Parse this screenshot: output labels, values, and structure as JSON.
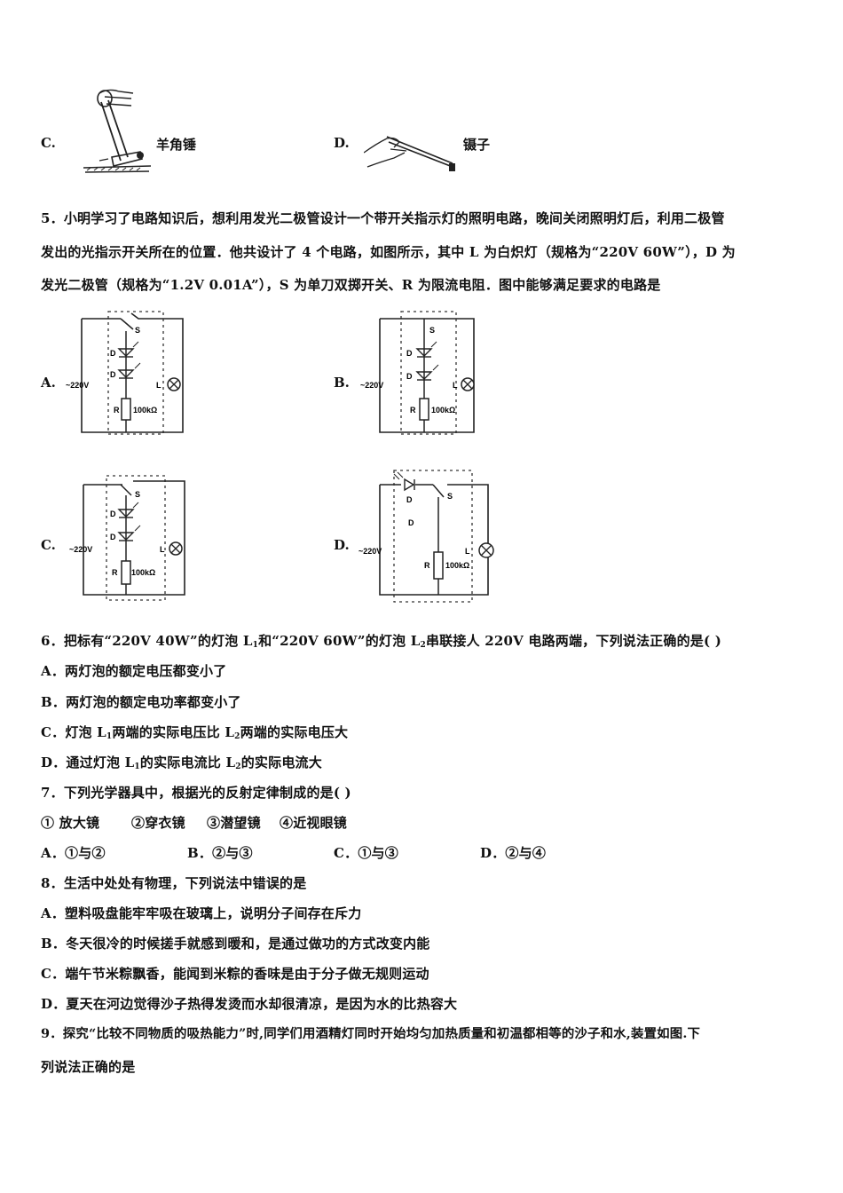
{
  "q4_tail": {
    "options": [
      {
        "label": "C.",
        "text": "羊角锤",
        "icon": "claw-hammer-illustration"
      },
      {
        "label": "D.",
        "text": "镊子",
        "icon": "tweezers-illustration"
      }
    ]
  },
  "q5": {
    "lines": [
      "5．小明学习了电路知识后，想利用发光二极管设计一个带开关指示灯的照明电路，晚间关闭照明灯后，利用二极管",
      "发出的光指示开关所在的位置．他共设计了 4 个电路，如图所示，其中 L 为白炽灯（规格为“220V 60W”），D 为",
      "发光二极管（规格为“1.2V 0.01A”），S 为单刀双掷开关、R 为限流电阻．图中能够满足要求的电路是"
    ],
    "circuits": [
      {
        "label": "A.",
        "source": "~220V",
        "switch": "S",
        "diode": "D",
        "resistor": "R",
        "resistance": "100kΩ",
        "lamp": "L"
      },
      {
        "label": "B.",
        "source": "~220V",
        "switch": "S",
        "diode": "D",
        "resistor": "R",
        "resistance": "100kΩ",
        "lamp": "L"
      },
      {
        "label": "C.",
        "source": "~220V",
        "switch": "S",
        "diode": "D",
        "resistor": "R",
        "resistance": "100kΩ",
        "lamp": "L"
      },
      {
        "label": "D.",
        "source": "~220V",
        "switch": "S",
        "diode": "D",
        "resistor": "R",
        "resistance": "100kΩ",
        "lamp": "L"
      }
    ]
  },
  "q6": {
    "stem_parts": [
      "6．把标有“220V 40W”的灯泡 L",
      "1",
      "和“220V 60W”的灯泡 L",
      "2",
      "串联接人 220V 电路两端，下列说法正确的是(        )"
    ],
    "options": [
      {
        "label": "A．",
        "parts": [
          "两灯泡的额定电压都变小了"
        ]
      },
      {
        "label": "B．",
        "parts": [
          "两灯泡的额定电功率都变小了"
        ]
      },
      {
        "label": "C．",
        "parts": [
          "灯泡 L",
          "1",
          "两端的实际电压比 L",
          "2",
          "两端的实际电压大"
        ]
      },
      {
        "label": "D．",
        "parts": [
          "通过灯泡 L",
          "1",
          "的实际电流比 L",
          "2",
          "的实际电流大"
        ]
      }
    ]
  },
  "q7": {
    "stem": "7．下列光学器具中，根据光的反射定律制成的是(    )",
    "items": [
      "① 放大镜",
      "②穿衣镜",
      "③潜望镜",
      "④近视眼镜"
    ],
    "options": [
      {
        "label": "A．",
        "text": "①与②"
      },
      {
        "label": "B．",
        "text": "②与③"
      },
      {
        "label": "C．",
        "text": "①与③"
      },
      {
        "label": "D．",
        "text": "②与④"
      }
    ]
  },
  "q8": {
    "stem": "8．生活中处处有物理，下列说法中错误的是",
    "options": [
      {
        "label": "A．",
        "text": "塑料吸盘能牢牢吸在玻璃上，说明分子间存在斥力"
      },
      {
        "label": "B．",
        "text": "冬天很冷的时候搓手就感到暖和，是通过做功的方式改变内能"
      },
      {
        "label": "C．",
        "text": "端午节米粽飘香，能闻到米粽的香味是由于分子做无规则运动"
      },
      {
        "label": "D．",
        "text": "夏天在河边觉得沙子热得发烫而水却很清凉，是因为水的比热容大"
      }
    ]
  },
  "q9": {
    "lines": [
      "9．探究“比较不同物质的吸热能力”时,同学们用酒精灯同时开始均匀加热质量和初温都相等的沙子和水,装置如图.下",
      "列说法正确的是"
    ]
  }
}
